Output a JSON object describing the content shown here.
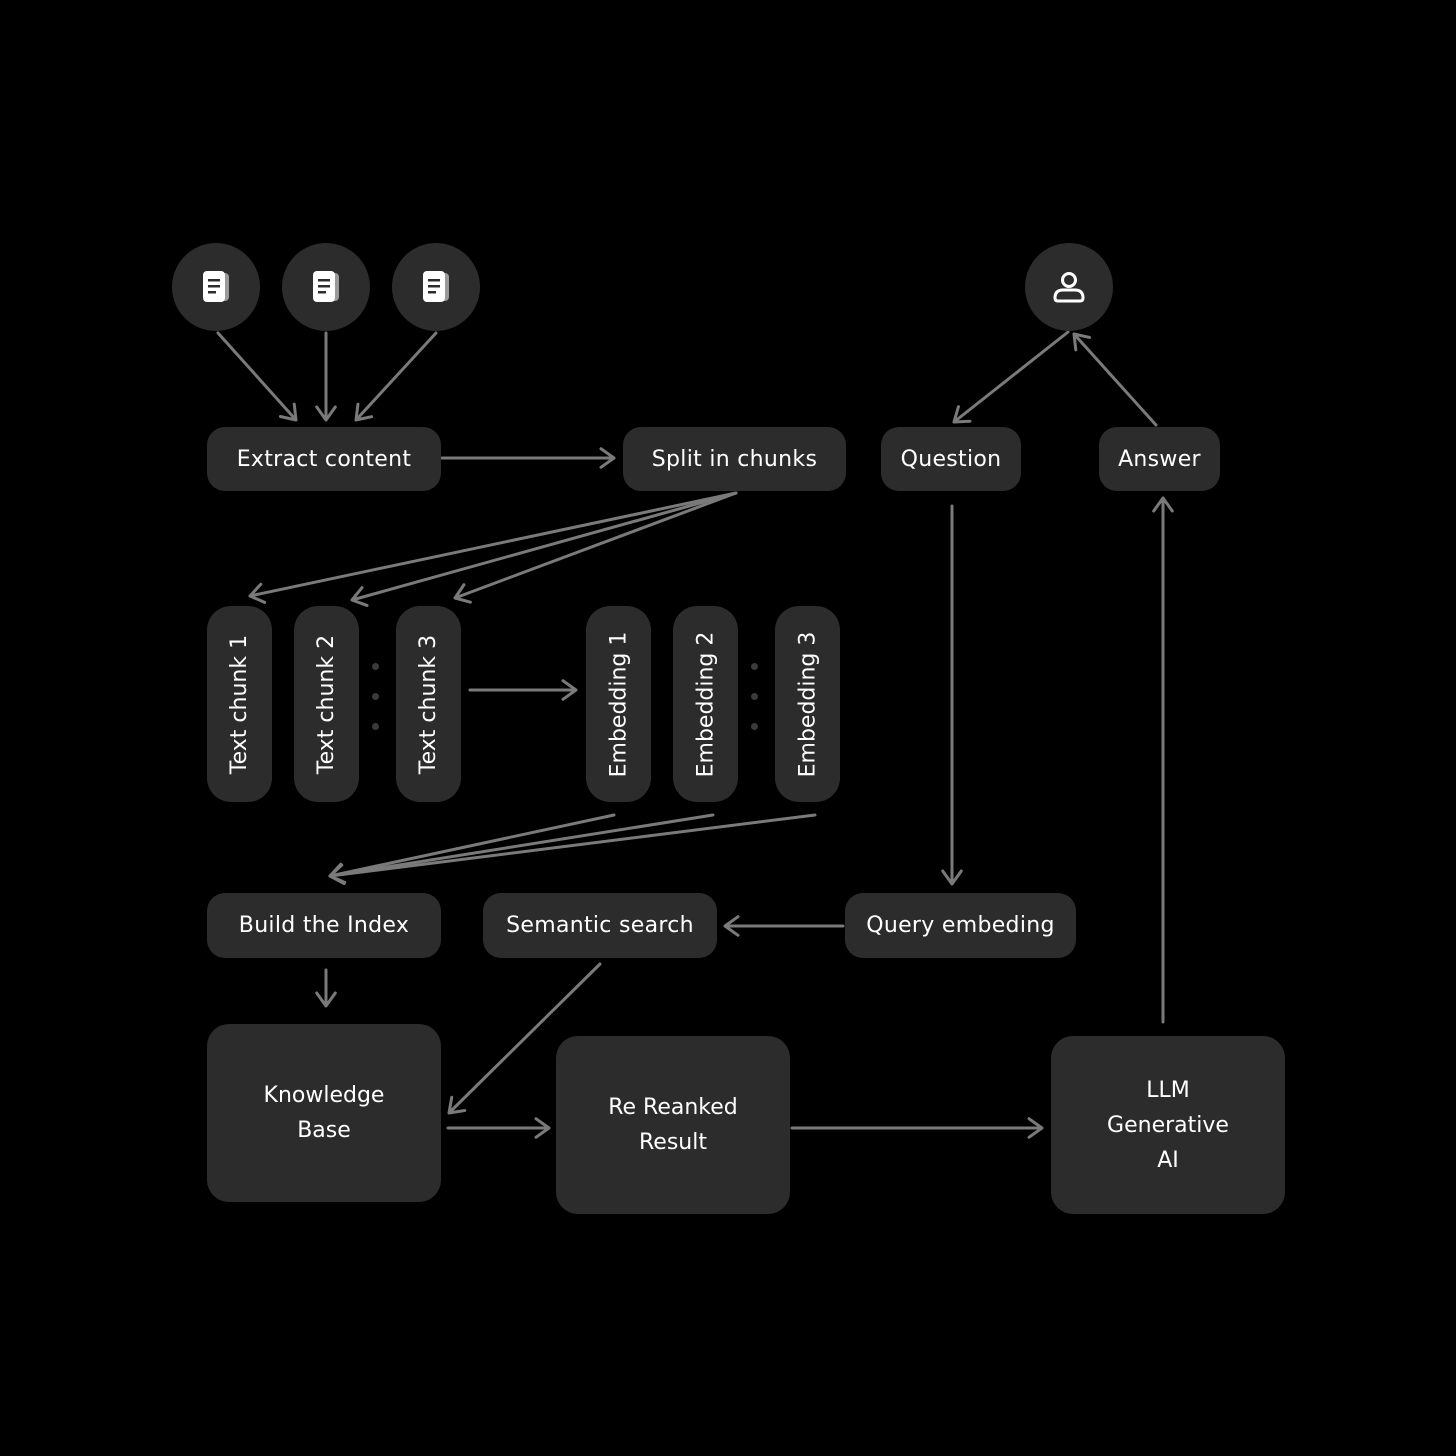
{
  "nodes": {
    "extract_content": "Extract content",
    "split_in_chunks": "Split in chunks",
    "question": "Question",
    "answer": "Answer",
    "text_chunk_1": "Text chunk 1",
    "text_chunk_2": "Text chunk 2",
    "text_chunk_3": "Text chunk 3",
    "embedding_1": "Embedding 1",
    "embedding_2": "Embedding 2",
    "embedding_3": "Embedding 3",
    "build_the_index": "Build the Index",
    "semantic_search": "Semantic search",
    "query_embeding": "Query embeding",
    "knowledge_base": "Knowledge\nBase",
    "re_reanked_result": "Re Reanked\nResult",
    "llm_generative_ai": "LLM\nGenerative\nAI"
  },
  "icons": {
    "document": "document-icon",
    "user": "user-icon"
  },
  "colors": {
    "background": "#000000",
    "node_fill": "#2c2c2c",
    "arrow": "#7a7a7a",
    "text": "#ffffff"
  }
}
